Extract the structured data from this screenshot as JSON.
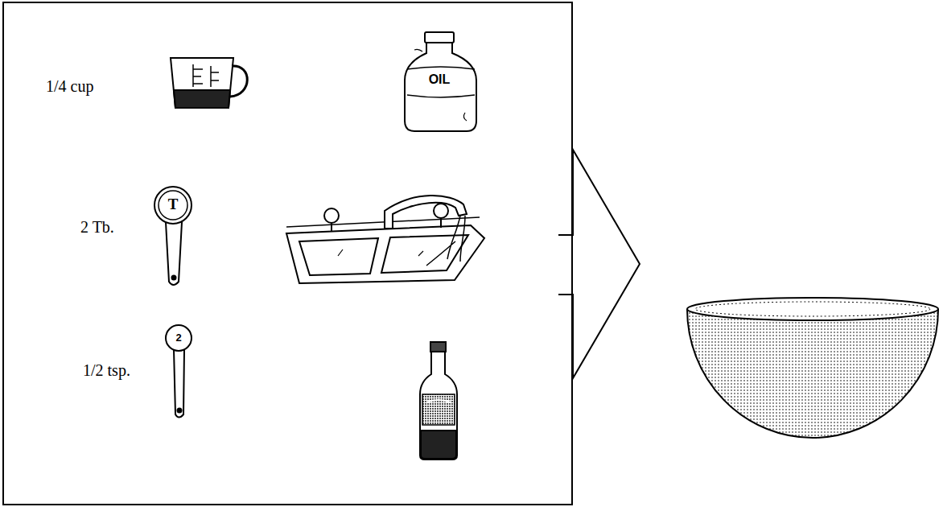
{
  "diagram": {
    "nodes": [
      {
        "text": [
          "1/4 cup",
          "2 Tb.",
          "1/2 tsp."
        ]
      }
    ],
    "labels": [
      "OIL",
      "T",
      "2"
    ]
  }
}
